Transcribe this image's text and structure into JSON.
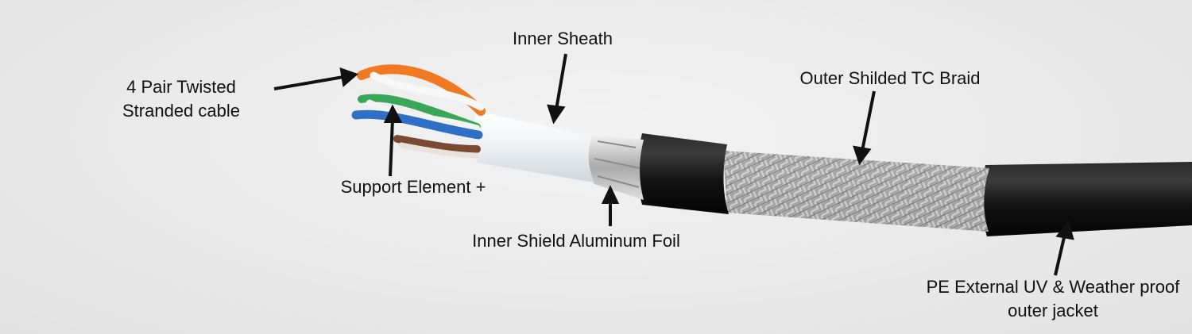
{
  "labels": {
    "twisted_pair": {
      "line1": "4 Pair Twisted",
      "line2": "Stranded cable"
    },
    "inner_sheath": "Inner Sheath",
    "support_element": "Support Element +",
    "inner_shield": "Inner Shield Aluminum Foil",
    "outer_braid": "Outer Shilded TC Braid",
    "outer_jacket": {
      "line1": "PE External UV & Weather proof",
      "line2": "outer jacket"
    }
  },
  "colors": {
    "background": "#ececec",
    "jacket": "#161616",
    "braid": "#b9b9b9",
    "foil": "#cfcfcf",
    "sheath": "#f4f6f8",
    "pair_orange": "#f07a22",
    "pair_green": "#3aa657",
    "pair_blue": "#2f6fc6",
    "pair_brown": "#7a4a33",
    "arrow": "#111111"
  }
}
